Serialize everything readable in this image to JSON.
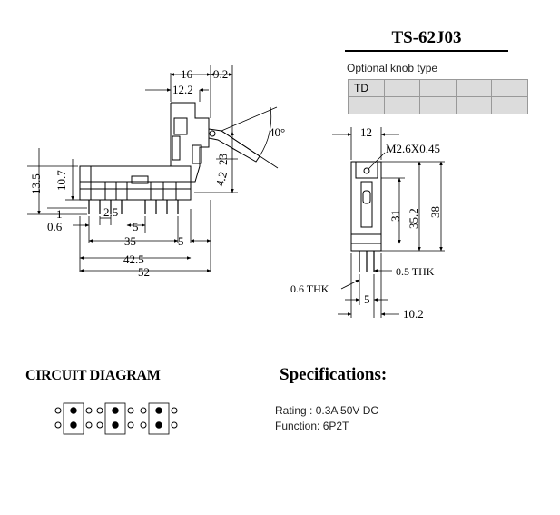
{
  "model": "TS-62J03",
  "knob": {
    "label": "Optional knob type",
    "cells": [
      "TD",
      "",
      "",
      "",
      "",
      "",
      ""
    ]
  },
  "side_view_dims": {
    "d16": "16",
    "d9_2": "9.2",
    "d12_2": "12.2",
    "angle": "40°",
    "d23": "23",
    "d4_2": "4.2",
    "d13_5": "13.5",
    "d10_7": "10.7",
    "d1": "1",
    "d2_5": "2.5",
    "d0_6": "0.6",
    "d5a": "5",
    "d35": "35",
    "d5b": "5",
    "d42_5": "42.5",
    "d52": "52"
  },
  "front_view_dims": {
    "d12": "12",
    "thread": "M2.6X0.45",
    "d31": "31",
    "d35_2": "35.2",
    "d38": "38",
    "thk_left": "0.6  THK",
    "thk_right": "0.5  THK",
    "d5": "5",
    "d10_2": "10.2"
  },
  "circuit": {
    "title": "CIRCUIT DIAGRAM"
  },
  "specs": {
    "title": "Specifications:",
    "rating": "Rating : 0.3A 50V DC",
    "function": "Function: 6P2T"
  }
}
